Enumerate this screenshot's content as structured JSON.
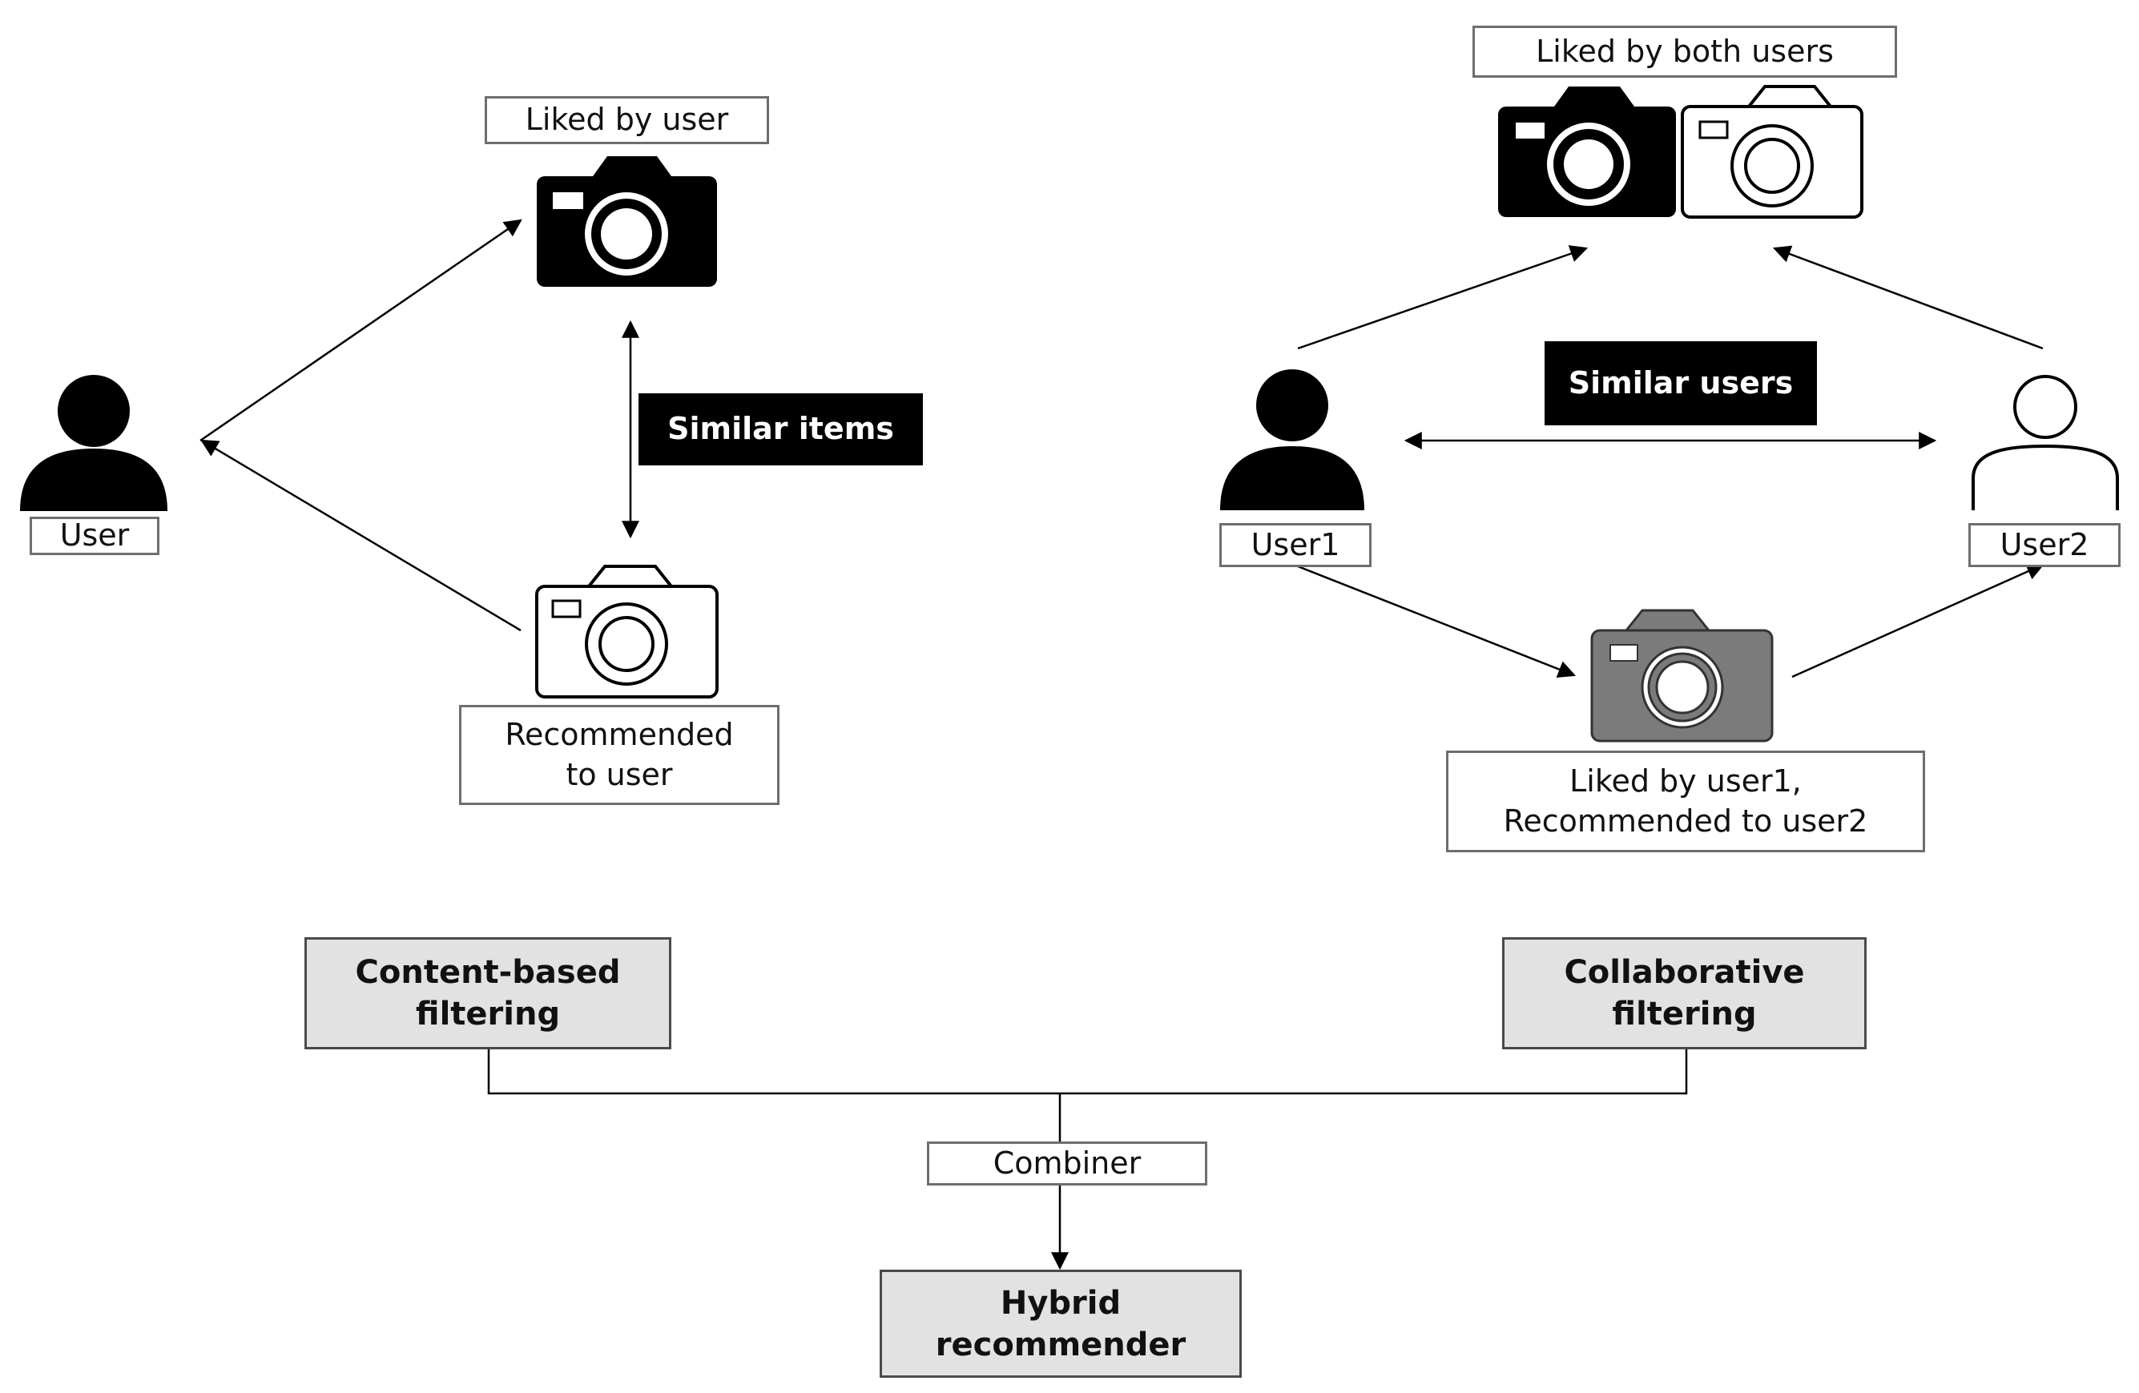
{
  "content_based": {
    "user_label": "User",
    "liked_label": "Liked by user",
    "similar_tag": "Similar items",
    "recommended_label": "Recommended\nto user",
    "method_label": "Content-based\nfiltering"
  },
  "collaborative": {
    "liked_both_label": "Liked by both users",
    "similar_tag": "Similar users",
    "user1_label": "User1",
    "user2_label": "User2",
    "item_label": "Liked by user1,\nRecommended to user2",
    "method_label": "Collaborative\nfiltering"
  },
  "hybrid": {
    "combiner_label": "Combiner",
    "result_label": "Hybrid\nrecommender"
  },
  "colors": {
    "filled": "#000000",
    "outline": "#000000",
    "gray_camera": "#7b7b7b",
    "method_fill": "#e2e2e2"
  }
}
